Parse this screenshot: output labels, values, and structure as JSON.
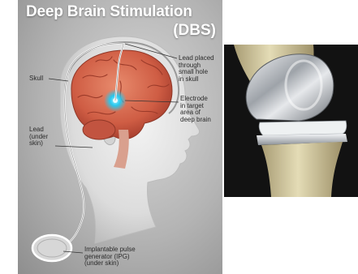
{
  "left_panel": {
    "title_line1": "Deep Brain Stimulation",
    "title_line2": "(DBS)",
    "labels": {
      "lead_placed": "Lead placed\nthrough\nsmall hole\nin skull",
      "skull": "Skull",
      "electrode": "Electrode\nin target\narea of\ndeep brain",
      "lead_under_skin": "Lead\n(under\nskin)",
      "ipg": "Implantable pulse\ngenerator (IPG)\n(under skin)"
    }
  },
  "colors": {
    "brain": "#d0664e",
    "electrode_glow": "#27c8ef",
    "implant_metal": "#c9ccd0",
    "bone": "#d8cfa6"
  }
}
